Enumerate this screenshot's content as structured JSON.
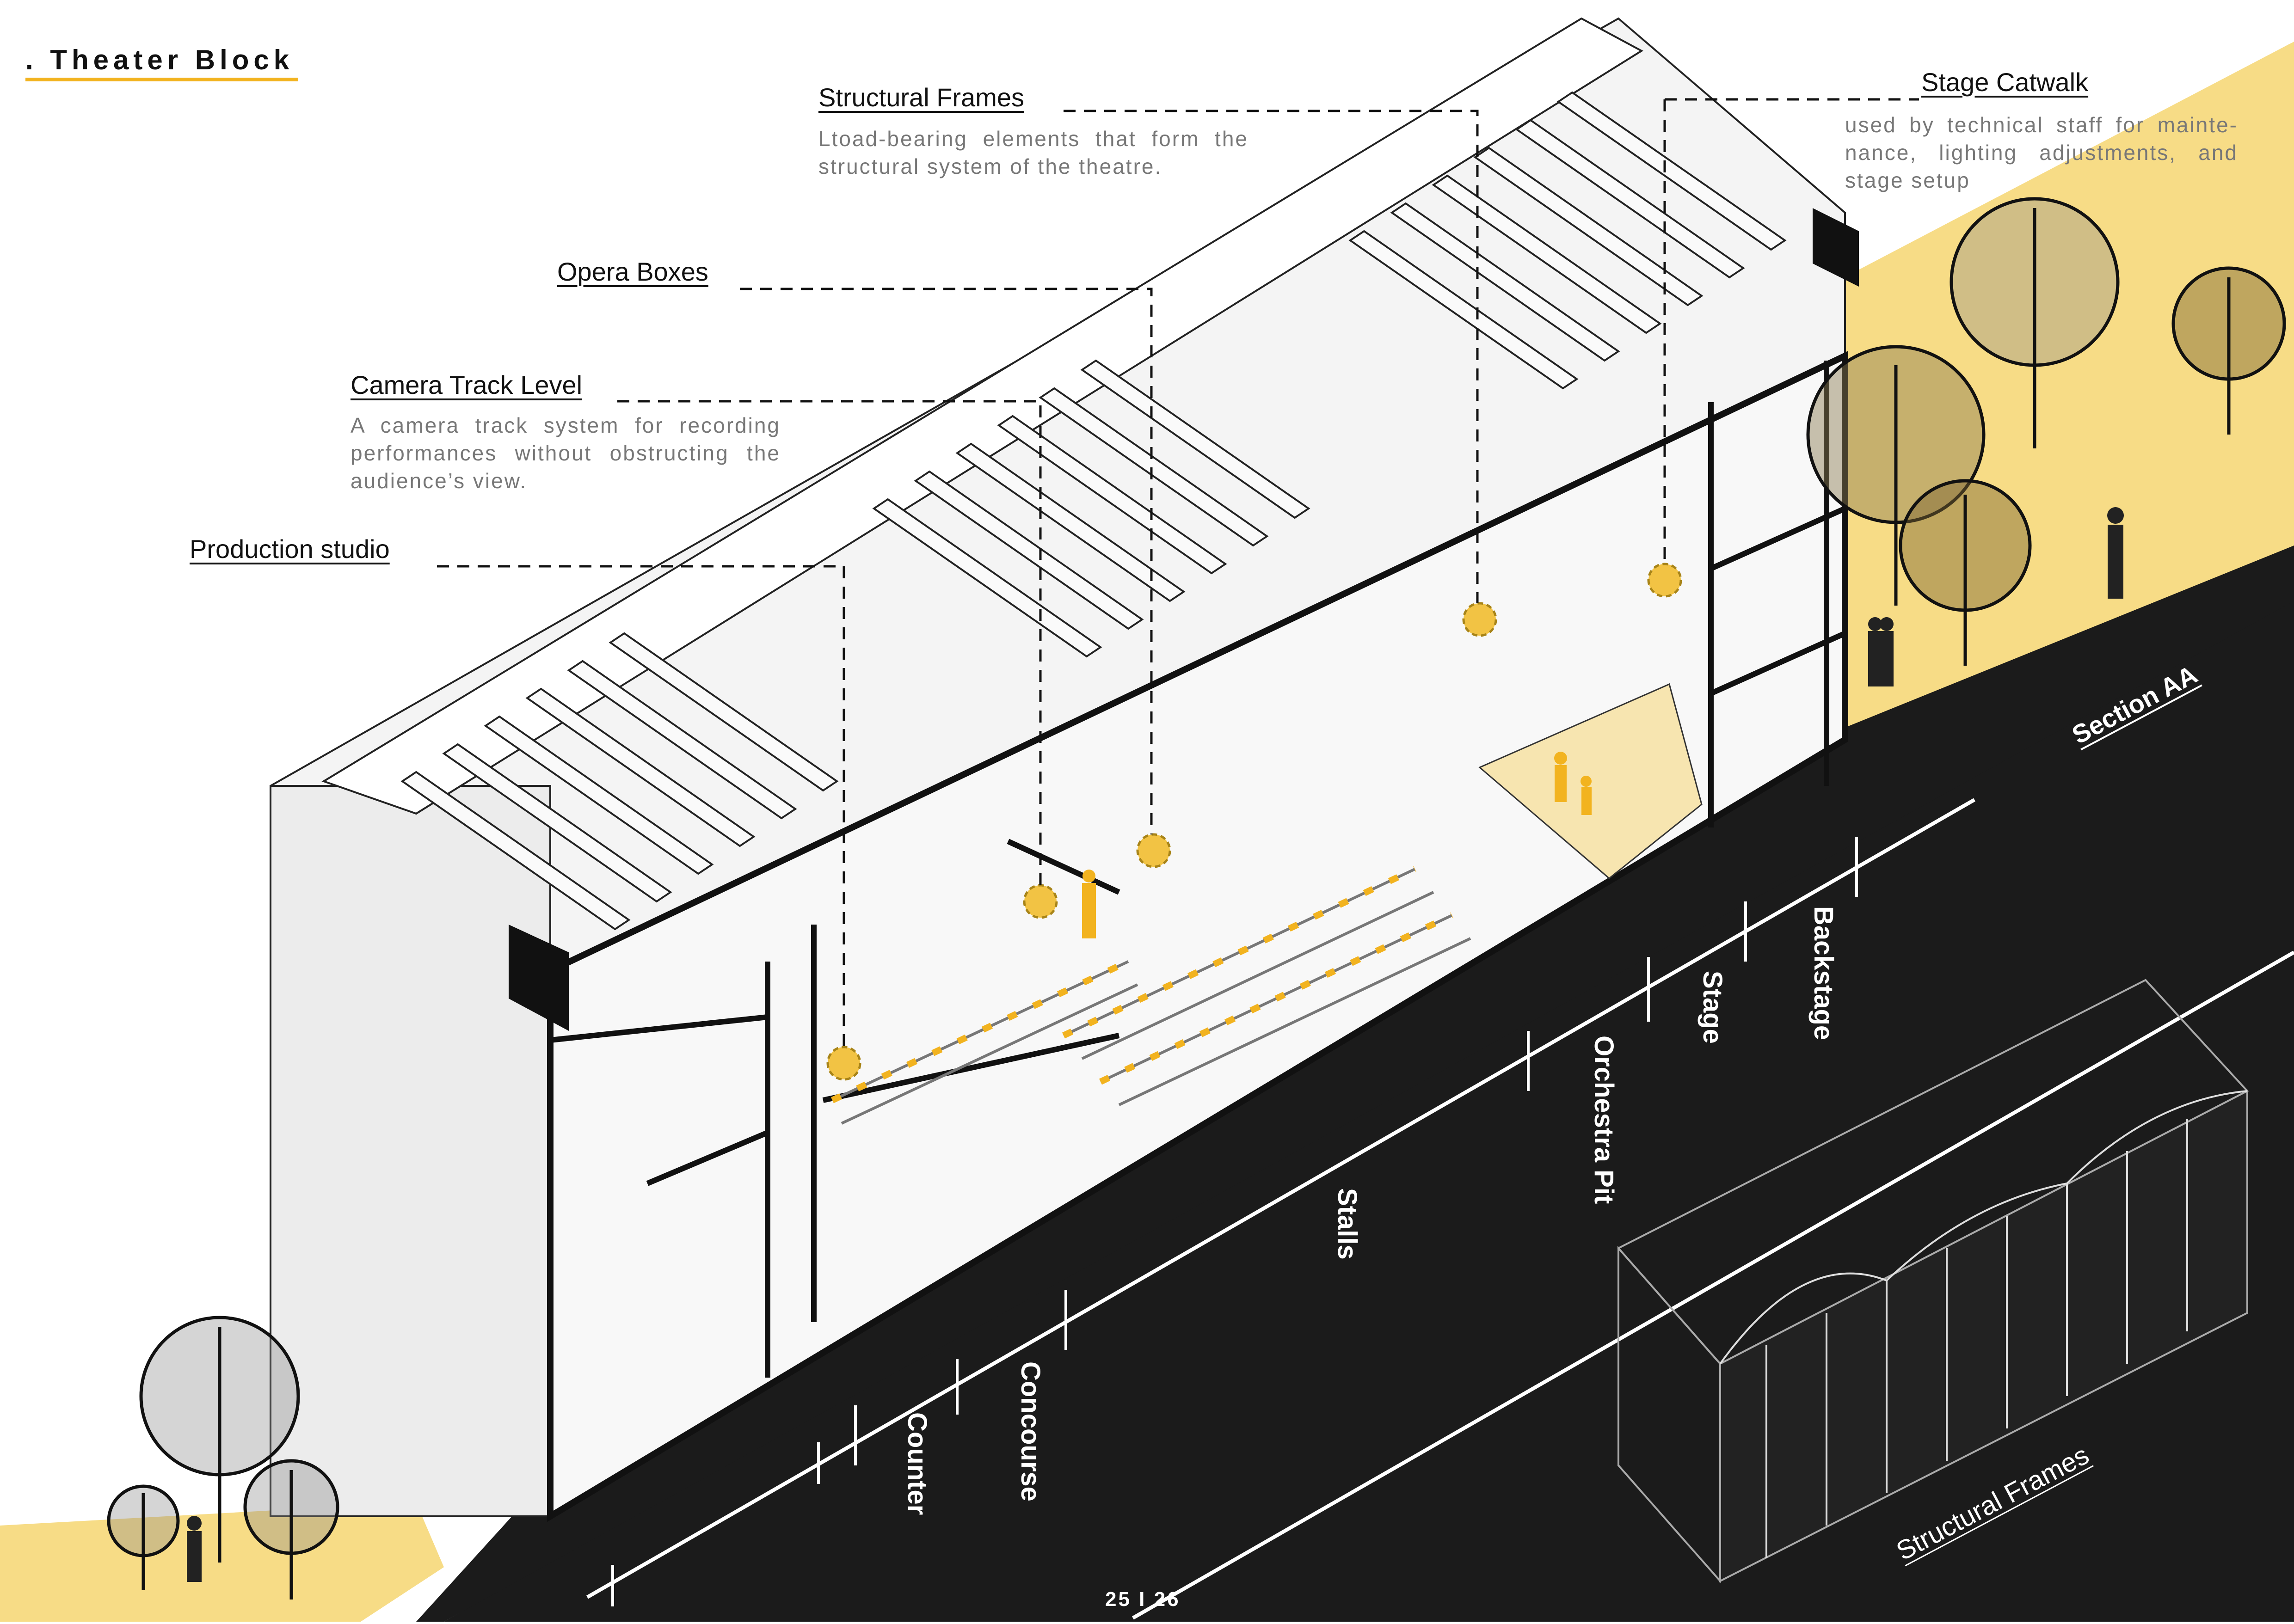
{
  "title": ". Theater Block",
  "callouts": [
    {
      "title": "Structural Frames",
      "desc": "Ltoad-bearing elements that form the structural system of the theatre."
    },
    {
      "title": "Stage Catwalk",
      "desc": "used by technical staff for mainte-nance, lighting adjustments, and stage setup"
    },
    {
      "title": "Opera Boxes",
      "desc": ""
    },
    {
      "title": "Camera Track Level",
      "desc": "A camera track system for recording performances without obstructing the audience’s view."
    },
    {
      "title": "Production studio",
      "desc": ""
    }
  ],
  "zones": [
    "Counter",
    "Concourse",
    "Stalls",
    "Orchestra Pit",
    "Stage",
    "Backstage"
  ],
  "section_label": "Section AA",
  "frames_label": "Structural Frames",
  "page_number": "25 I 26",
  "colors": {
    "accent": "#f2b31f",
    "ground": "#1b1b1b",
    "sidewalk": "#f7dc86",
    "building": "#f2f2f2"
  }
}
